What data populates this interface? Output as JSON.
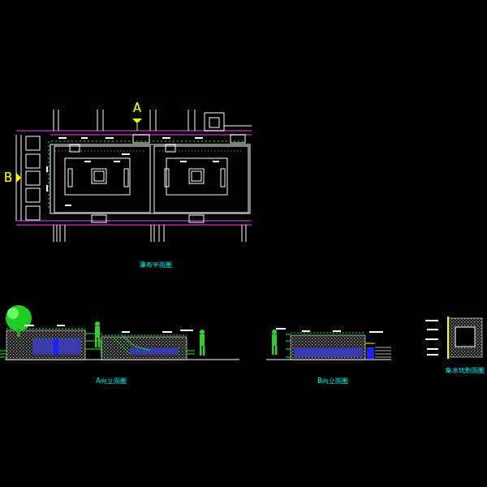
{
  "diagram": {
    "labels": [
      "A",
      "B",
      "瀑布平面图",
      "A向立面图",
      "B向立面图",
      "集水坑剖面图"
    ]
  }
}
